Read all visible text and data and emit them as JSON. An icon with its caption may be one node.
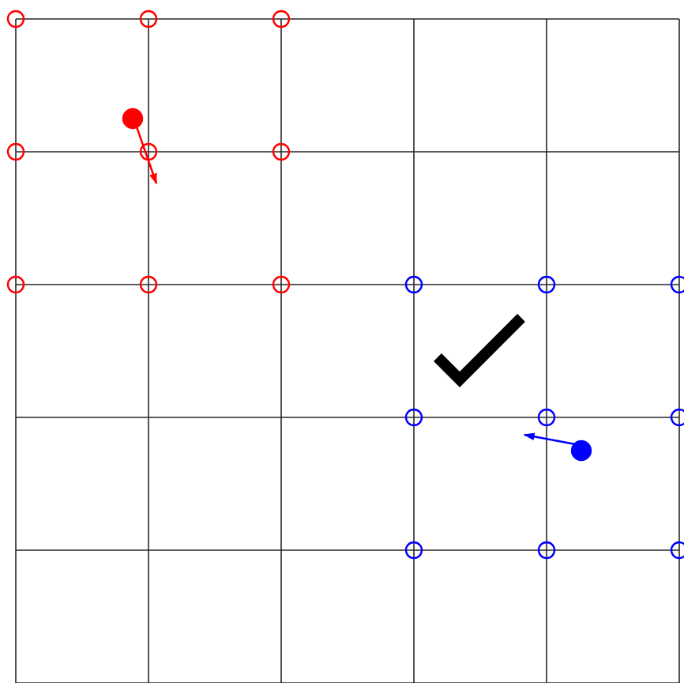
{
  "diagram": {
    "nodes": [
      {
        "text": [],
        "shape": "circle"
      },
      {
        "text": [],
        "shape": "circle"
      },
      {
        "text": [],
        "shape": "circle"
      },
      {
        "text": [],
        "shape": "dot"
      },
      {
        "text": [],
        "shape": "circle"
      },
      {
        "text": [],
        "shape": "circle"
      },
      {
        "text": [],
        "shape": "circle"
      },
      {
        "text": [],
        "shape": "circle"
      },
      {
        "text": [],
        "shape": "circle"
      },
      {
        "text": [],
        "shape": "circle"
      },
      {
        "text": [],
        "shape": "circle"
      },
      {
        "text": [],
        "shape": "circle"
      },
      {
        "text": [],
        "shape": "circle"
      },
      {
        "text": [],
        "shape": "circle"
      },
      {
        "text": [],
        "shape": "circle"
      },
      {
        "text": [],
        "shape": "circle"
      },
      {
        "text": [],
        "shape": "dot"
      },
      {
        "text": [],
        "shape": "circle"
      },
      {
        "text": [],
        "shape": "circle"
      },
      {
        "text": [],
        "shape": "circle"
      }
    ],
    "edges": [
      {
        "from": 3,
        "to": 5,
        "arrow": "to",
        "color": "#ff0000"
      },
      {
        "from": 16,
        "to": 14,
        "arrow": "to",
        "color": "#0000ff"
      }
    ]
  }
}
